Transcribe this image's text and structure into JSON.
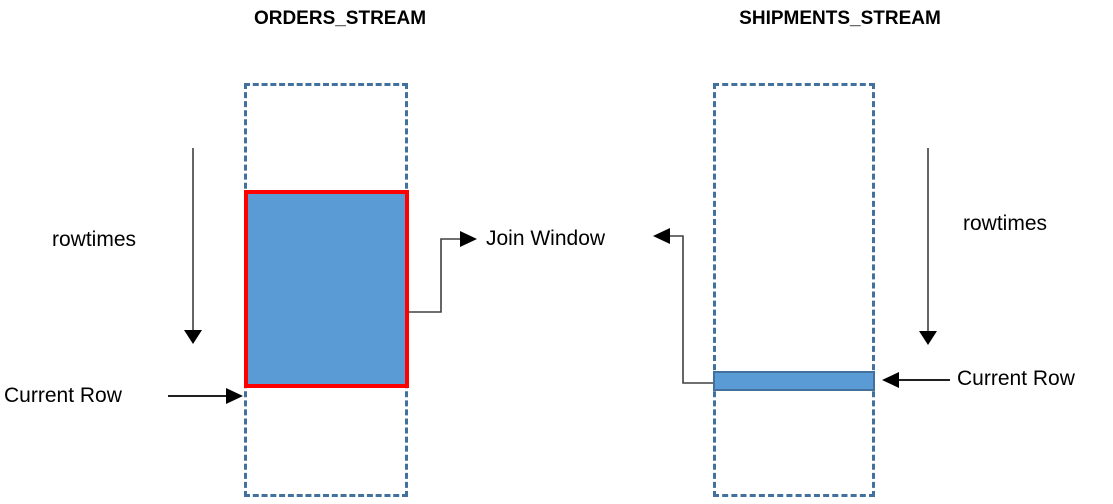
{
  "diagram": {
    "title_left": "ORDERS_STREAM",
    "title_right": "SHIPMENTS_STREAM",
    "labels": {
      "rowtimes_left": "rowtimes",
      "rowtimes_right": "rowtimes",
      "current_row_left": "Current Row",
      "current_row_right": "Current Row",
      "join_window": "Join Window"
    },
    "colors": {
      "stream_border": "#41719C",
      "window_fill": "#5B9BD5",
      "window_border": "#FF0000",
      "row_border": "#41719C",
      "arrow": "#404040",
      "text": "#000000",
      "background": "#FFFFFF"
    },
    "icons": {
      "rowtimes_arrow_left": "down-arrow-icon",
      "rowtimes_arrow_right": "down-arrow-icon",
      "current_row_arrow_left": "right-arrow-icon",
      "current_row_arrow_right": "left-arrow-icon",
      "join_window_connector_left": "elbow-arrow-icon",
      "join_window_connector_right": "elbow-arrow-icon"
    },
    "shapes": {
      "orders_stream_box": "dashed-rectangle",
      "shipments_stream_box": "dashed-rectangle",
      "orders_join_window": "highlighted-window-rectangle",
      "shipments_current_row": "highlighted-row-bar"
    }
  }
}
